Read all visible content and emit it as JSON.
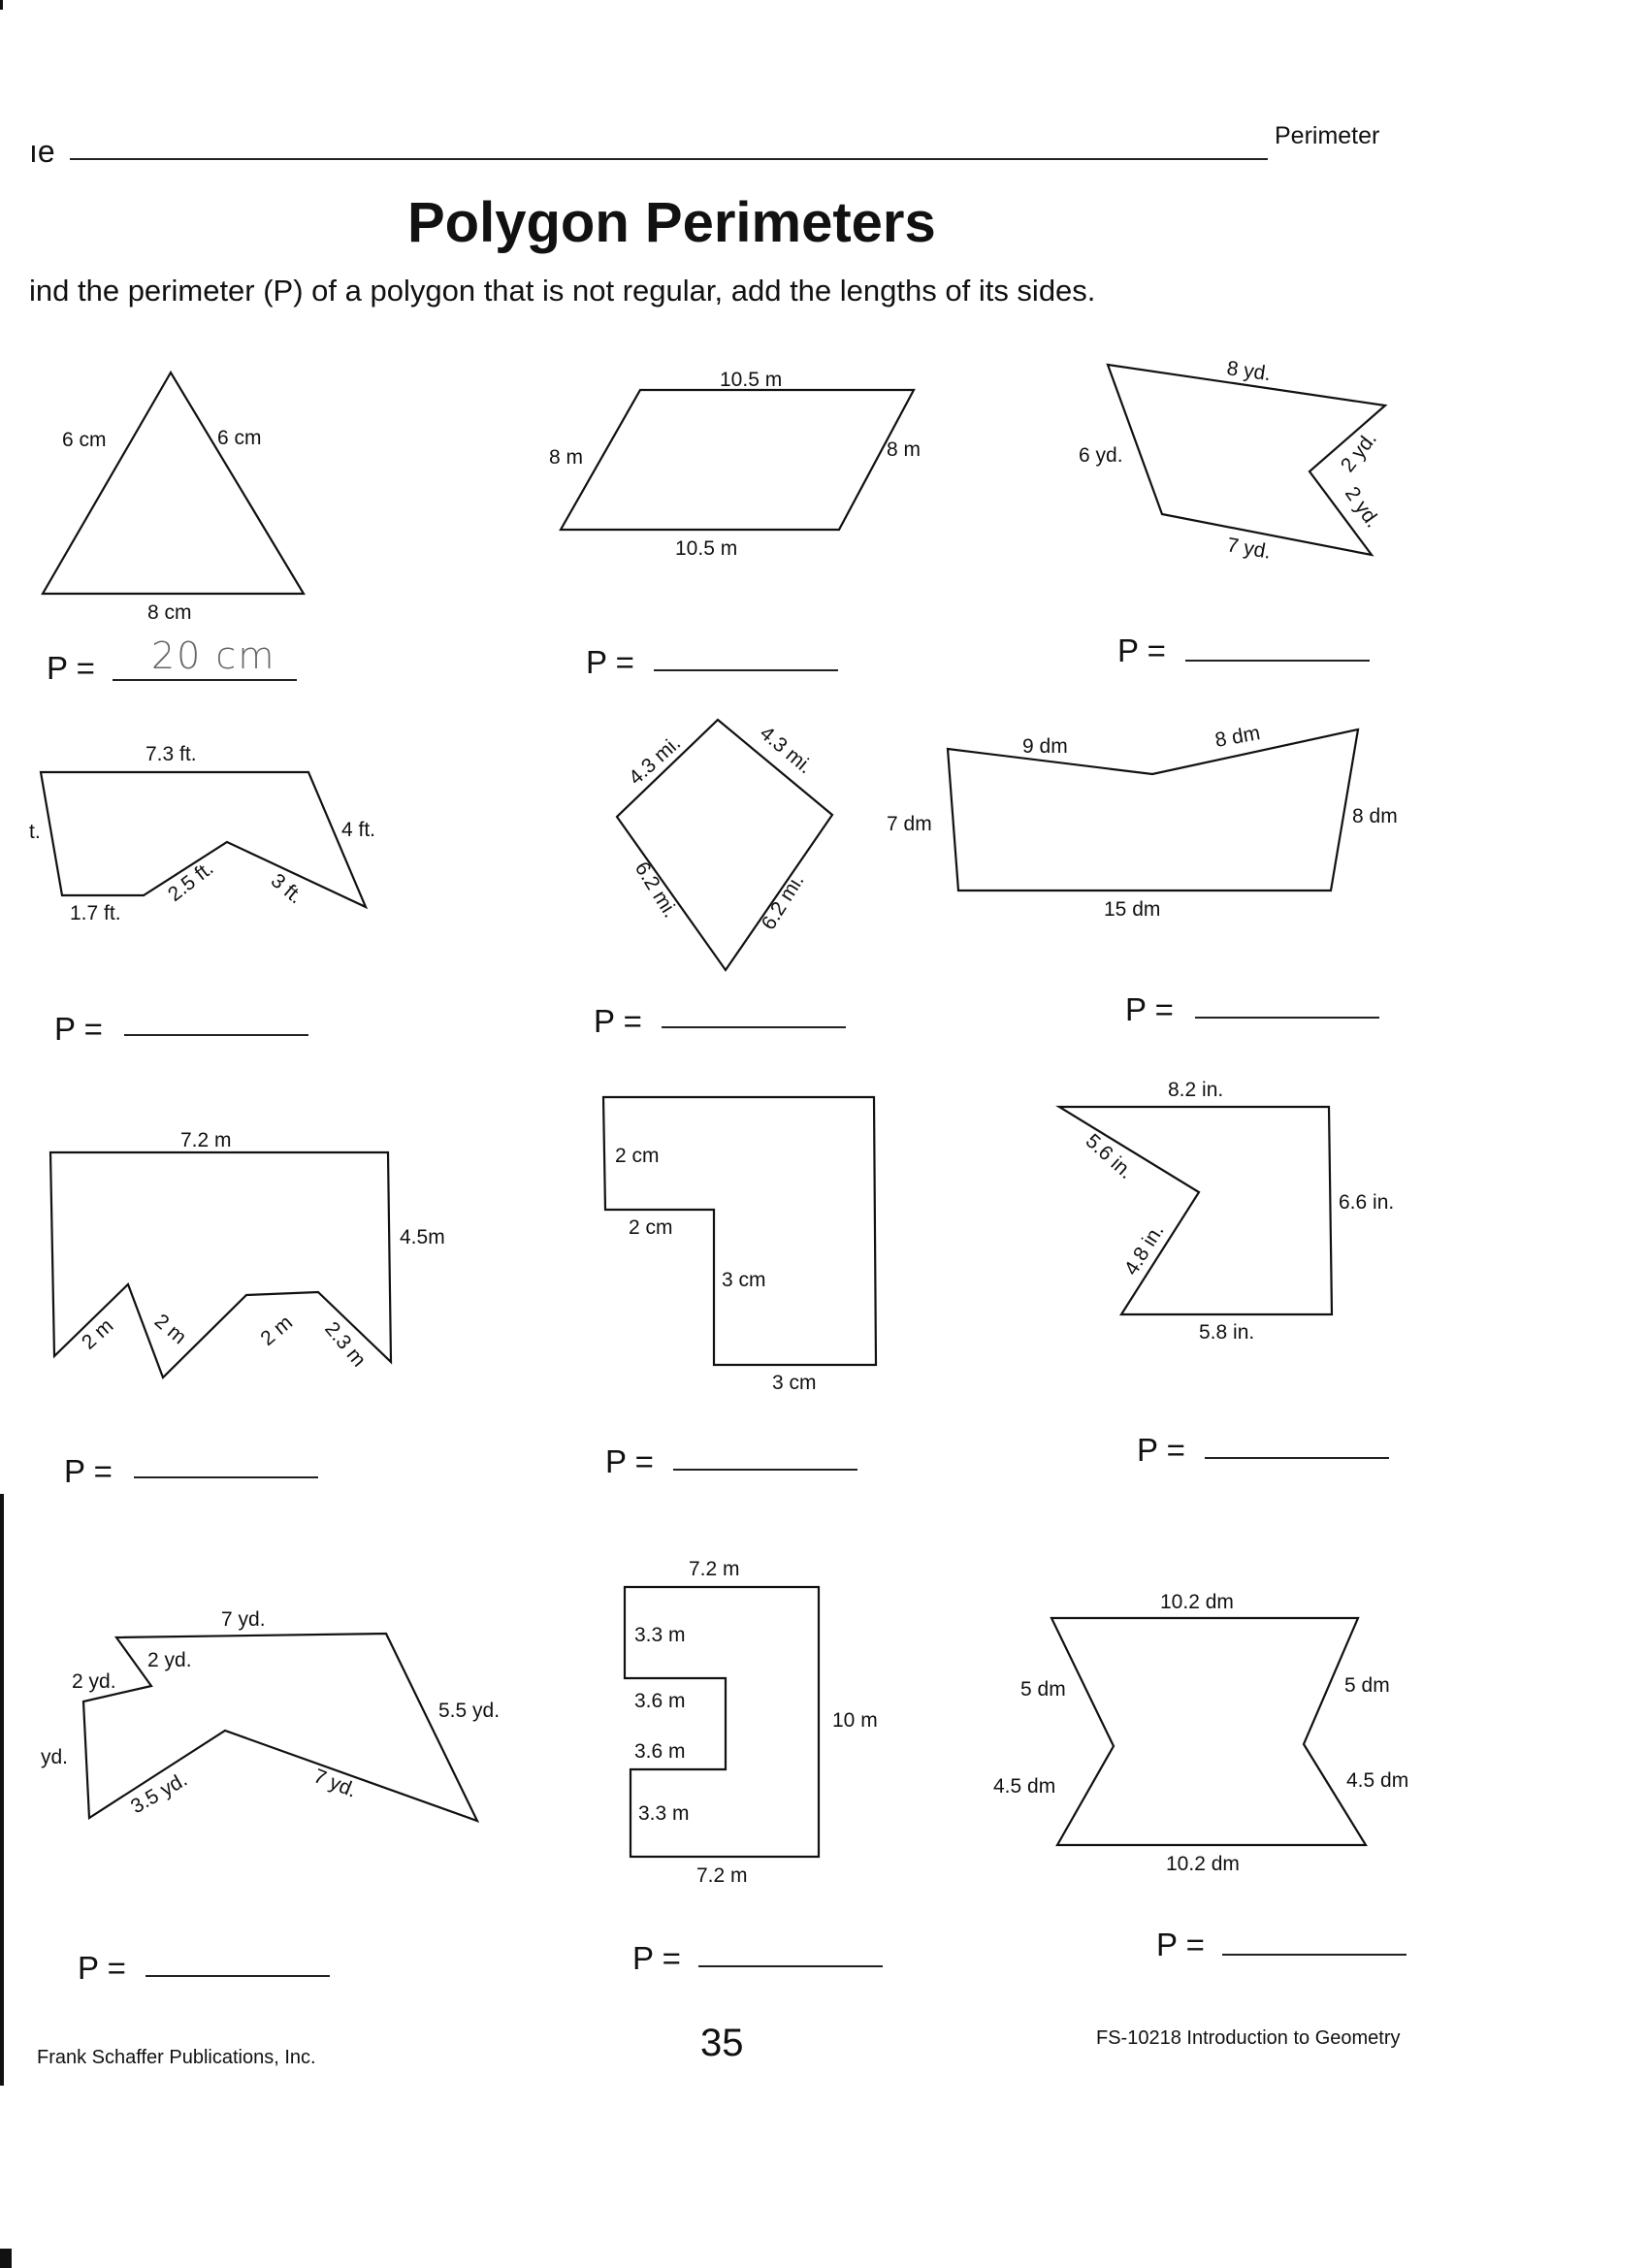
{
  "header": {
    "name_label": "ıe",
    "topic": "Perimeter"
  },
  "title": "Polygon Perimeters",
  "instructions": "ind the perimeter (P) of a polygon that is not regular, add the lengths of its sides.",
  "p_label": "P =",
  "problems": [
    {
      "labels": [
        "6 cm",
        "6 cm",
        "8 cm"
      ],
      "answer": "20 cm"
    },
    {
      "labels": [
        "10.5 m",
        "8 m",
        "8 m",
        "10.5 m"
      ],
      "answer": ""
    },
    {
      "labels": [
        "8 yd.",
        "6 yd.",
        "2 yd.",
        "2 yd.",
        "7 yd."
      ],
      "answer": ""
    },
    {
      "labels": [
        "7.3 ft.",
        "t.",
        "4 ft.",
        "1.7 ft.",
        "2.5 ft.",
        "3 ft."
      ],
      "answer": ""
    },
    {
      "labels": [
        "4.3 mi.",
        "4.3 mi.",
        "6.2 mi.",
        "6.2 mi."
      ],
      "answer": ""
    },
    {
      "labels": [
        "9 dm",
        "8 dm",
        "7 dm",
        "8 dm",
        "15 dm"
      ],
      "answer": ""
    },
    {
      "labels": [
        "7.2 m",
        "4.5m",
        "2 m",
        "2 m",
        "2 m",
        "2.3 m"
      ],
      "answer": ""
    },
    {
      "labels": [
        "2 cm",
        "2 cm",
        "3 cm",
        "3 cm"
      ],
      "answer": ""
    },
    {
      "labels": [
        "8.2 in.",
        "5.6 in.",
        "6.6 in.",
        "4.8 in.",
        "5.8 in."
      ],
      "answer": ""
    },
    {
      "labels": [
        "7 yd.",
        "2 yd.",
        "2 yd.",
        "5.5 yd.",
        "yd.",
        "3.5 yd.",
        "7 yd."
      ],
      "answer": ""
    },
    {
      "labels": [
        "7.2 m",
        "3.3 m",
        "3.6 m",
        "10 m",
        "3.6 m",
        "3.3 m",
        "7.2 m"
      ],
      "answer": ""
    },
    {
      "labels": [
        "10.2 dm",
        "5 dm",
        "5 dm",
        "4.5 dm",
        "4.5 dm",
        "10.2 dm"
      ],
      "answer": ""
    }
  ],
  "footer": {
    "publisher": "Frank Schaffer Publications, Inc.",
    "page_number": "35",
    "product": "FS-10218 Introduction to Geometry"
  }
}
